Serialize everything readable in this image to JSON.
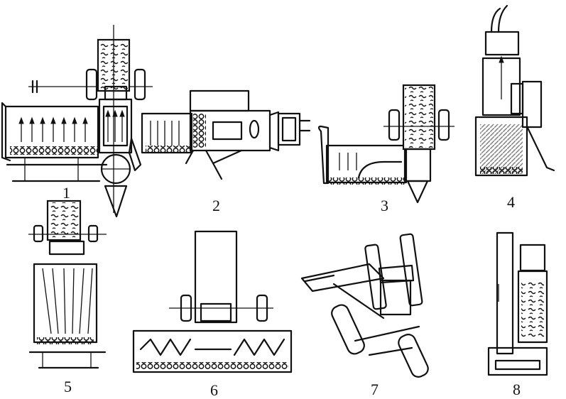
{
  "figure": {
    "labels": [
      "1",
      "2",
      "3",
      "4",
      "5",
      "6",
      "7",
      "8"
    ]
  },
  "icons": {
    "grain_tank": "speckled-rectangle",
    "wheel": "rounded-rectangle",
    "auger": "zigzag-spiral",
    "crop_stalks": "arrow-up-lines"
  }
}
